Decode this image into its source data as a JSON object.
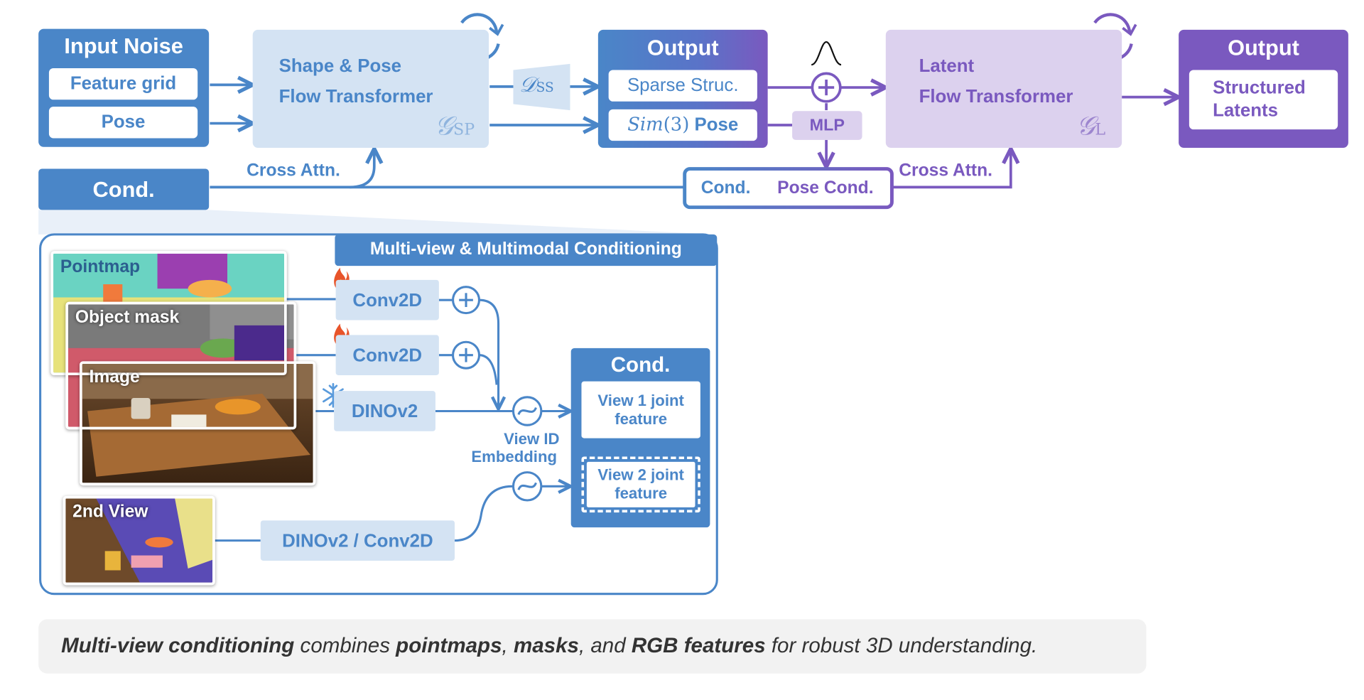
{
  "input_noise": {
    "title": "Input Noise",
    "items": [
      "Feature grid",
      "Pose"
    ]
  },
  "shape_pose_transformer": {
    "line1": "Shape & Pose",
    "line2": "Flow Transformer",
    "symbol": "𝒢",
    "subscript": "SP"
  },
  "decoder": {
    "symbol": "𝒟",
    "subscript": "SS"
  },
  "output1": {
    "title": "Output",
    "sparse": "Sparse Struc.",
    "pose_italic": "Sim",
    "pose_paren": "(3)",
    "pose_word": "Pose"
  },
  "mlp": "MLP",
  "latent_transformer": {
    "line1": "Latent",
    "line2": "Flow Transformer",
    "symbol": "𝒢",
    "subscript": "L"
  },
  "output2": {
    "title": "Output",
    "line1": "Structured",
    "line2": "Latents"
  },
  "cond_main": "Cond.",
  "cross_attn_left": "Cross Attn.",
  "cross_attn_right": "Cross Attn.",
  "cond_group": {
    "cond": "Cond.",
    "pose_cond": "Pose Cond."
  },
  "conditioning_panel": {
    "title": "Multi-view & Multimodal Conditioning",
    "inputs": {
      "pointmap": "Pointmap",
      "object_mask": "Object mask",
      "image": "Image",
      "second_view": "2nd View"
    },
    "encoders": {
      "conv_a": "Conv2D",
      "conv_b": "Conv2D",
      "dino": "DINOv2",
      "second": "DINOv2 / Conv2D"
    },
    "view_id_line1": "View ID",
    "view_id_line2": "Embedding",
    "cond_title": "Cond.",
    "view1_line1": "View 1 joint",
    "view1_line2": "feature",
    "view2_line1": "View 2 joint",
    "view2_line2": "feature"
  },
  "caption": {
    "s1": "Multi-view conditioning",
    "s2": " combines ",
    "s3": "pointmaps",
    "s4": ", ",
    "s5": "masks",
    "s6": ", and ",
    "s7": "RGB features",
    "s8": " for robust 3D understanding."
  },
  "colors": {
    "blue": "#4a86c8",
    "blue_light": "#d4e3f3",
    "purple": "#7a59bf",
    "purple_light": "#dcd1ee"
  }
}
